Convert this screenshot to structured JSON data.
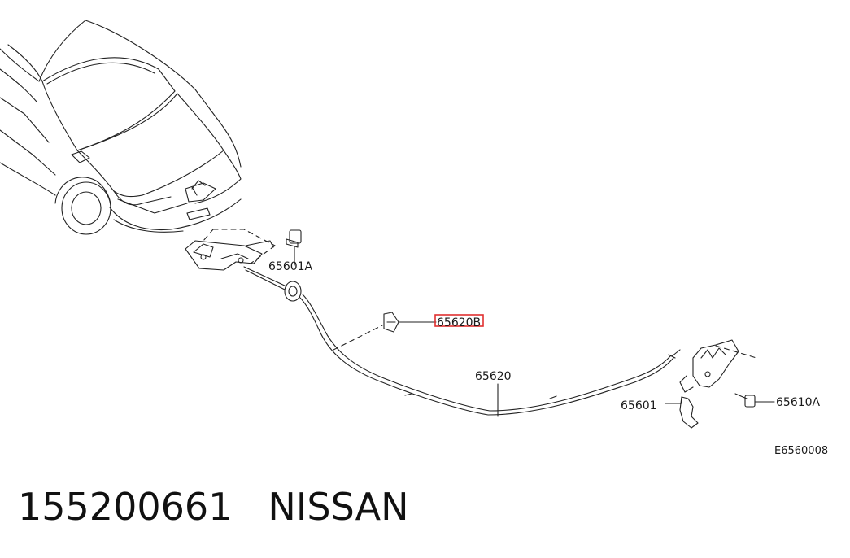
{
  "diagram": {
    "parts": {
      "lock_bracket": "65601A",
      "clip": "65620B",
      "cable": "65620",
      "handle": "65601",
      "bolt": "65610A"
    },
    "diagram_code": "E6560008",
    "highlight_color": "#e03030"
  },
  "caption": {
    "part_number": "155200661",
    "brand": "NISSAN"
  }
}
